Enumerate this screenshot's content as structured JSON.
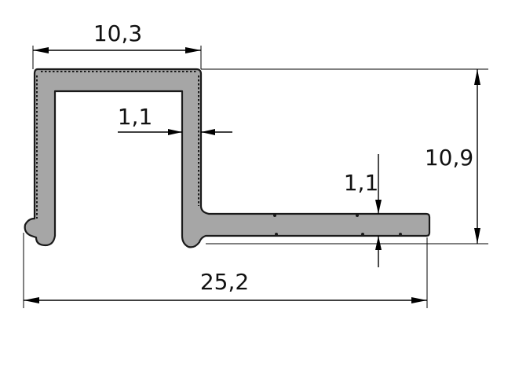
{
  "drawing": {
    "type": "profile-cross-section",
    "dimensions": {
      "top_width": "10,3",
      "wall_thickness": "1,1",
      "flange_thickness": "1,1",
      "height": "10,9",
      "total_width": "25,2"
    },
    "colors": {
      "profile_fill": "#a6a6a6",
      "outline": "#1a1a1a",
      "dimension_lines": "#000000"
    }
  }
}
